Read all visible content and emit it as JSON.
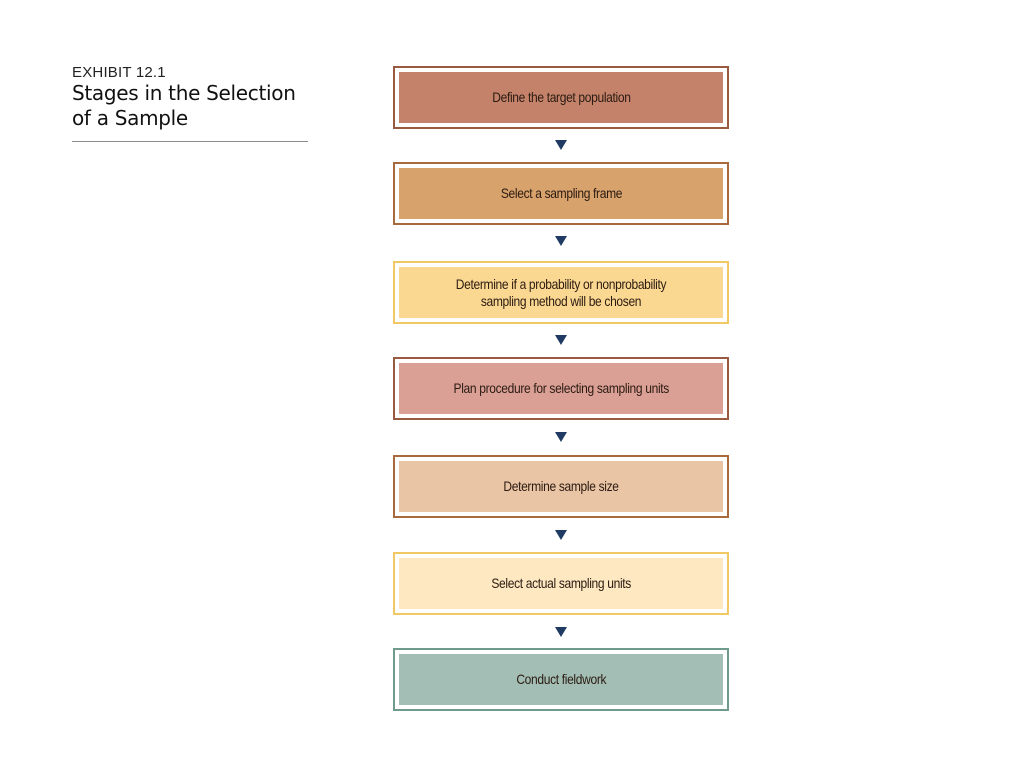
{
  "exhibit": {
    "number": "EXHIBIT 12.1",
    "title": "Stages in the Selection of a Sample"
  },
  "steps": [
    {
      "label": "Define the target population",
      "fill": "#c4826a",
      "border": "#9a5a42"
    },
    {
      "label": "Select a sampling frame",
      "fill": "#d8a26c",
      "border": "#a8693c"
    },
    {
      "label": "Determine if a probability or nonprobability sampling method will be chosen",
      "fill": "#fbd891",
      "border": "#f0c864"
    },
    {
      "label": "Plan procedure for selecting sampling units",
      "fill": "#dba095",
      "border": "#9a5a42"
    },
    {
      "label": "Determine sample size",
      "fill": "#e9c5a5",
      "border": "#a8693c"
    },
    {
      "label": "Select actual sampling units",
      "fill": "#fde8c1",
      "border": "#f0c864"
    },
    {
      "label": "Conduct fieldwork",
      "fill": "#a3bfb5",
      "border": "#6f9a8c"
    }
  ],
  "arrow_color": "#1f3a63"
}
